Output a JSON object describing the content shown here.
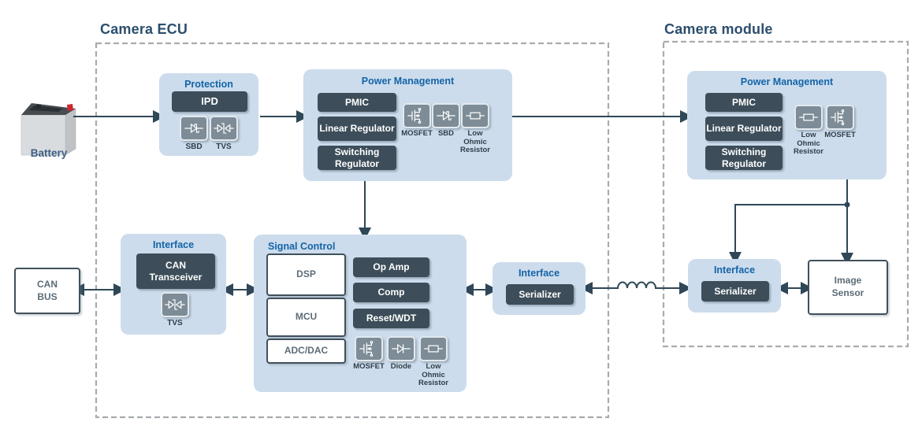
{
  "ecu": {
    "title": "Camera ECU",
    "protection": {
      "title": "Protection",
      "ipd": "IPD",
      "icon_labels": [
        "SBD",
        "TVS"
      ]
    },
    "power": {
      "title": "Power Management",
      "pmic": "PMIC",
      "linear": "Linear Regulator",
      "switching": "Switching Regulator",
      "icon_labels": [
        "MOSFET",
        "SBD",
        "Low Ohmic Resistor"
      ]
    },
    "signal": {
      "title": "Signal Control",
      "dsp": "DSP",
      "mcu": "MCU",
      "adc": "ADC/DAC",
      "opamp": "Op Amp",
      "comp": "Comp",
      "reset": "Reset/WDT",
      "icon_labels": [
        "MOSFET",
        "Diode",
        "Low Ohmic Resistor"
      ]
    },
    "iface_can": {
      "title": "Interface",
      "transceiver": "CAN Transceiver",
      "icon_labels": [
        "TVS"
      ]
    },
    "iface_ser": {
      "title": "Interface",
      "serializer": "Serializer"
    }
  },
  "module": {
    "title": "Camera module",
    "power": {
      "title": "Power Management",
      "pmic": "PMIC",
      "linear": "Linear Regulator",
      "switching": "Switching Regulator",
      "icon_labels": [
        "Low Ohmic Resistor",
        "MOSFET"
      ]
    },
    "iface": {
      "title": "Interface",
      "serializer": "Serializer"
    },
    "image_sensor": "Image Sensor"
  },
  "external": {
    "battery": "Battery",
    "can_bus": "CAN BUS"
  },
  "icons": [
    "sbd-icon",
    "tvs-icon",
    "mosfet-icon",
    "diode-icon",
    "low-ohmic-resistor-icon"
  ],
  "colors": {
    "panel_blue": "#ccdcec",
    "dark_button": "#3d4e5a",
    "title_blue": "#1464a8",
    "section_title": "#2c4e6d",
    "line": "#2f4757",
    "icon_box_gray": "#7d8c96",
    "dashed_border": "#a7acb0",
    "battery_red": "#cd2731"
  }
}
